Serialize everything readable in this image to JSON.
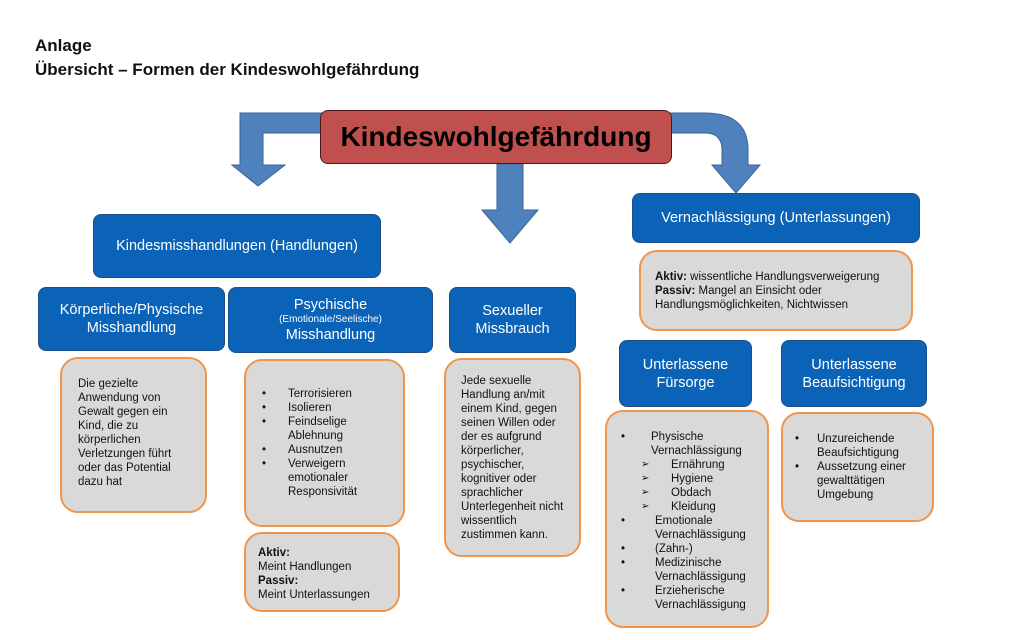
{
  "header": {
    "line1": "Anlage",
    "line2": "Übersicht – Formen der Kindeswohlgefährdung"
  },
  "root": "Kindeswohlgefährdung",
  "colors": {
    "root": "#c0504d",
    "category": "#0b63b8",
    "note_border": "#f0954a",
    "note_bg": "#d9d9d9",
    "arrow": "#4f81bd"
  },
  "misshandlung": {
    "label": "Kindesmisshandlungen (Handlungen)",
    "koerperlich": {
      "line1": "Körperliche/Physische",
      "line2": "Misshandlung",
      "text": "Die gezielte Anwendung von Gewalt gegen ein Kind, die zu körperlichen Verletzungen führt oder das Potential dazu hat"
    },
    "psychisch": {
      "line1": "Psychische",
      "line2": "(Emotionale/Seelische)",
      "line3": "Misshandlung",
      "items": [
        "Terrorisieren",
        "Isolieren",
        "Feindselige Ablehnung",
        "Ausnutzen",
        "Verweigern emotionaler Responsivität"
      ],
      "aktiv_label": "Aktiv:",
      "aktiv_text": "Meint Handlungen",
      "passiv_label": "Passiv:",
      "passiv_text": "Meint Unterlassungen"
    }
  },
  "missbrauch": {
    "line1": "Sexueller",
    "line2": "Missbrauch",
    "text": "Jede sexuelle Handlung an/mit einem Kind, gegen seinen Willen oder der es aufgrund körperlicher, psychischer, kognitiver oder sprachlicher Unterlegenheit nicht wissentlich zustimmen kann."
  },
  "vernachlaessigung": {
    "label": "Vernachlässigung (Unterlassungen)",
    "aktiv_label": "Aktiv:",
    "aktiv_text": "wissentliche Handlungsverweigerung",
    "passiv_label": "Passiv:",
    "passiv_text": "Mangel an Einsicht oder Handlungsmöglichkeiten, Nichtwissen",
    "fuersorge": {
      "line1": "Unterlassene",
      "line2": "Fürsorge",
      "items": [
        "Physische Vernachlässigung",
        "Emotionale Vernachlässigung",
        "(Zahn-)",
        "Medizinische Vernachlässigung",
        "Erzieherische Vernachlässigung"
      ],
      "subitems": [
        "Ernährung",
        "Hygiene",
        "Obdach",
        "Kleidung"
      ]
    },
    "aufsicht": {
      "line1": "Unterlassene",
      "line2": "Beaufsichtigung",
      "items": [
        "Unzureichende Beaufsichtigung",
        "Aussetzung einer gewalttätigen Umgebung"
      ]
    }
  }
}
